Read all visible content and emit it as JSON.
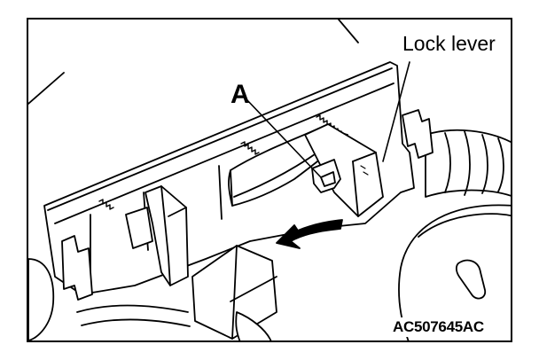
{
  "diagram": {
    "labels": {
      "lock_lever": "Lock lever",
      "part_a": "A",
      "figure_code": "AC507645AC"
    },
    "colors": {
      "stroke": "#000000",
      "fill": "#ffffff",
      "frame": "#000000"
    },
    "icons": {
      "direction_arrow": "curved-arrow-left-icon"
    }
  }
}
